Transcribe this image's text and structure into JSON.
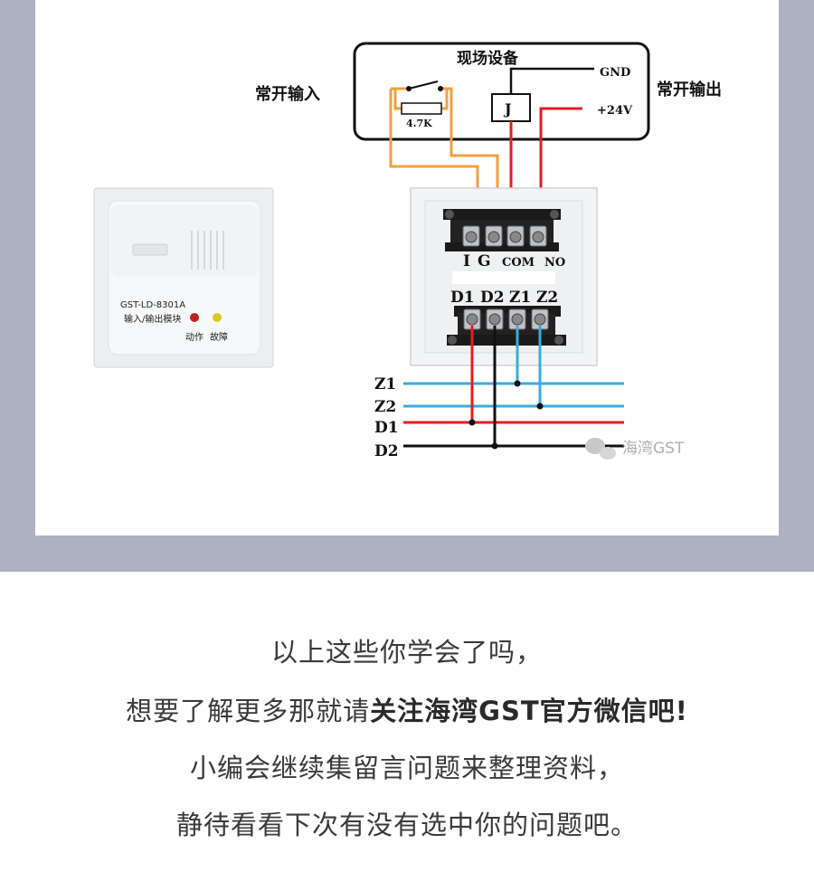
{
  "diagram": {
    "title": "现场设备",
    "left_label": "常开输入",
    "right_label": "常开输出",
    "gnd_label": "GND",
    "v24_label": "+24V",
    "relay_label": "J",
    "resistor_label": "4.7K",
    "terminal_top_labels": {
      "i": "I",
      "g": "G",
      "com": "COM",
      "no": "NO"
    },
    "terminal_bottom_labels": {
      "d1": "D1",
      "d2": "D2",
      "z1": "Z1",
      "z2": "Z2"
    },
    "bus_labels": {
      "z1": "Z1",
      "z2": "Z2",
      "d1": "D1",
      "d2": "D2"
    },
    "module_model": "GST-LD-8301A",
    "module_name": "输入/输出模块",
    "led_action": "动作",
    "led_fault": "故障",
    "watermark": "海湾GST",
    "colors": {
      "orange": "#f0a040",
      "red": "#e02020",
      "blue": "#3aacdc",
      "black": "#111111"
    }
  },
  "footer": {
    "line1": "以上这些你学会了吗，",
    "line2_prefix": "想要了解更多那就请",
    "line2_bold": "关注海湾GST官方微信吧!",
    "line3": "小编会继续集留言问题来整理资料，",
    "line4": "静待看看下次有没有选中你的问题吧。"
  }
}
